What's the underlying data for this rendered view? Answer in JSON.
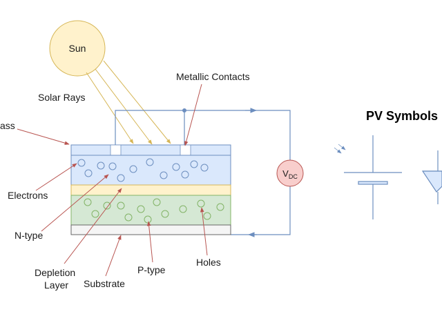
{
  "sun": {
    "label": "Sun",
    "color": "#fff2cc",
    "stroke": "#d6b656"
  },
  "labels": {
    "solar_rays": "Solar Rays",
    "metallic_contacts": "Metallic Contacts",
    "glass": "ass",
    "electrons": "Electrons",
    "n_type": "N-type",
    "depletion_line1": "Depletion",
    "depletion_line2": "Layer",
    "substrate": "Substrate",
    "p_type": "P-type",
    "holes": "Holes"
  },
  "voltmeter": {
    "main": "V",
    "sub": "DC",
    "color": "#f8cecc",
    "stroke": "#b85450"
  },
  "pv_symbols_title": "PV Symbols",
  "layers": {
    "glass_color": "#dae8fc",
    "n_type_color": "#dae8fc",
    "depletion_color": "#fff2cc",
    "p_type_color": "#d5e8d4",
    "substrate_color": "#f5f5f5"
  },
  "colors": {
    "ray": "#d6b656",
    "pointer": "#b85450",
    "wire": "#6c8ebf",
    "hole": "#82b366",
    "electron": "#6c8ebf"
  }
}
